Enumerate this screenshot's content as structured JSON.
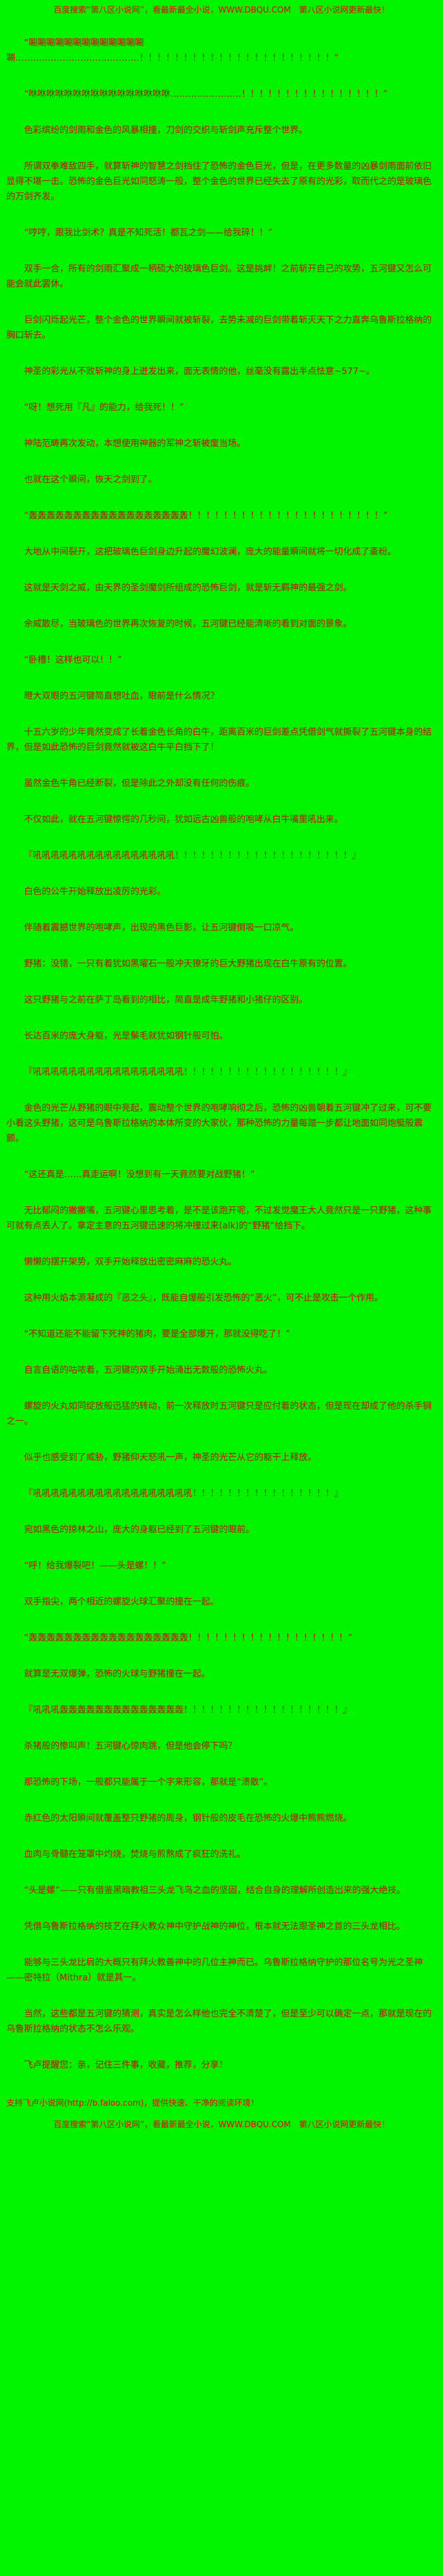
{
  "page": {
    "colors": {
      "background": "#00f400",
      "body_text": "#bb1100",
      "promo_text": "#ee0000"
    }
  },
  "header": {
    "promo": "百度搜索“第八区小说网”，看最新最全小说，WWW.DBQU.COM　第八区小说网更新最快！"
  },
  "novel": {
    "paragraphs": [
      "“唰唰唰唰唰唰唰唰唰唰唰唰唰唰……………………………………！！！！！！！！！！！！！！！！！！！！！！”",
      "“咻咻咻咻咻咻咻咻咻咻咻咻咻咻咻咻……………………！！！！！！！！！！！！！！！！”",
      "色彩缤纷的剑雨和金色的风暴相撞，刀剑的交织与斩剑声充斥整个世界。",
      "所谓双拳难敌四手，就算斩神的智慧之剑挡住了恐怖的金色巨光，但是，在更多数量的凶暴剑雨面前依旧显得不堪一击。恐怖的金色巨光如同怒涛一般，整个金色的世界已经失去了原有的光彩，取而代之的是玻璃色的万剑齐发。",
      "“哼哼，跟我比剑术？真是不知死活！都瓦之剑——给我碎！！”",
      "双手一合，所有的剑雨汇聚成一柄硕大的玻璃色巨剑。这是挑衅！之前斩开自己的攻势，五河键又怎么可能会就此罢休。",
      "巨剑闪烁起光芒，整个金色的世界瞬间就被斩裂，去势未减的巨剑带着斩灭天下之力直奔乌鲁斯拉格纳的胸口斩去。",
      "神圣的彩光从不败斩神的身上迸发出来，面无表情的他，丝毫没有露出半点怯意~577~。",
      "“呀！想死用『凡』的能力，给我死！！”",
      "神陆范畴再次发动，本想使用神器的军神之斩被废当场。",
      "也就在这个瞬间，恢天之剑到了。",
      "“轰轰轰轰轰轰轰轰轰轰轰轰轰轰轰轰轰轰！！！！！！！！！！！！！！！！！！！！！！”",
      "大地从中间裂开，这把玻璃色巨剑身边升起的魔幻波澜，庞大的能量瞬间就将一切化成了齑粉。",
      "这就是天剑之威，由天界的圣剑魔剑所组成的恐怖巨剑，就是斩无羁神的最强之剑。",
      "余威散尽，当玻璃色的世界再次恢复的时候，五河键已经能清晰的看到对面的景象。",
      "“卧槽！这样也可以！！”",
      "瞪大双眼的五河键简直想吐血，眼前是什么情况？",
      "十五六岁的少年竟然变成了长着金色长角的白牛，距离百米的巨剑差点凭借剑气就撕裂了五河键本身的结界，但是如此恐怖的巨剑竟然就被这白牛平白挡下了！",
      "虽然金色牛角已经断裂，但是除此之外却没有任何的伤痕。",
      "不仅如此，就在五河键惊愕的几秒间，犹如远古凶兽般的咆哮从白牛嘴里吼出来。",
      "『吼吼吼吼吼吼吼吼吼吼吼吼吼吼吼吼！！！！！！！！！！！！！！！！！！！！』",
      "白色的公牛开始释放出凌厉的光彩。",
      "伴随着震撼世界的咆哮声，出现的黑色巨影，让五河键倒吸一口凉气。",
      "野猪：没错，一只有着犹如黑曜石一般冲天獠牙的巨大野猪出现在白牛原有的位置。",
      "这只野猪与之前在萨丁岛看到的相比，简直是成年野猪和小猪仔的区别。",
      "长达百米的庞大身躯，光是鬃毛就犹如钢针般可怕。",
      "『吼吼吼吼吼吼吼吼吼吼吼吼吼吼吼吼吼！！！！！！！！！！！！！！！！！！』",
      "金色的光芒从野猪的眼中亮起，震动整个世界的咆哮响彻之后，恐怖的凶兽朝着五河键冲了过来，可不要小看这头野猪，这可是乌鲁斯拉格纳的本体所变的大家伙，那种恐怖的力量每踏一步都让地面如同炮艇般震颤。",
      "“这还真是……真走运啊！没想到有一天竟然要对战野猪！”",
      "无比郁闷的撇撇嘴，五河键心里思考着，是不是该跑开呢，不过发觉魔王大人竟然只是一只野猪，这种事可就有点丢人了。拿定主意的五河键迅速的将冲撞过来(alk)的“野猪”给挡下。",
      "懒懒的摆开架势，双手开始释放出密密麻麻的恐火丸。",
      "这种用火焰本源凝成的『恶之头』，既能自爆般引发恐怖的“恶火”，可不止是攻击一个作用。",
      "“不知道还能不能留下死神的猪肉，要是全部爆开，那就没得吃了！”",
      "自言自语的咕哝着，五河键的双手开始涌出无数般的恐怖火丸。",
      "螺旋的火丸如同绽放般迅猛的转动，前一次释放时五河键只是应付着的状态，但是现在却成了他的杀手锏之一。",
      "似乎也感受到了威胁，野猪仰天怒吼一声，神圣的光芒从它的躯干上释放。",
      "『吼吼吼吼吼吼吼吼吼吼吼吼吼吼吼吼吼吼！！！！！！！！！！！！！！！！』",
      "宛如黑色的掠林之山，庞大的身躯已经到了五河键的眼前。",
      "“呼！给我爆裂吧！——头是螺！！”",
      "双手指尖，两个相近的螺旋火球汇聚的撞在一起。",
      "“轰轰轰轰轰轰轰轰轰轰轰轰轰轰轰轰轰轰！！！！！！！！！！！！！！！！！！”",
      "就算是无双爆弹，恐怖的火球与野猪撞在一起。",
      "『吼吼吼轰轰轰轰轰轰轰轰轰轰轰轰轰轰！！！！！！！！！！！！！！！！！！』",
      "杀猪般的惨叫声！五河键心惊肉跳，但是他会停下吗？",
      "那恐怖的下场，一般都只能属于一个字来形容，那就是“溃散”。",
      "赤红色的太阳瞬间就覆盖整只野猪的周身，钢针般的皮毛在恐怖的火爆中熊熊燃烧。",
      "血肉与骨髓在笼罩中灼烧，焚烧与煎熬成了疯狂的洗礼。",
      "“头是螺”——只有借鉴黑暗教祖三头龙飞鸟之血的坚固，结合自身的理解所创造出来的强大绝技。",
      "凭借乌鲁斯拉格纳的技艺在拜火教众神中守护战神的神位，根本就无法跟圣神之首的三头龙相比。",
      "能够与三头龙比肩的大概只有拜火教善神中的几位主神而已。乌鲁斯拉格纳守护的那位名号为光之圣神——密特拉（Mithra）就是其一。",
      "当然，这些都是五河键的猜测，真实是怎么样他也完全不清楚了，但是至少可以确定一点，那就是现在的乌鲁斯拉格纳的状态不怎么乐观。",
      "飞卢提醒您：亲，记住三件事，收藏，推荐，分享！"
    ]
  },
  "footer": {
    "support": "支持飞卢小说网(http://b.faloo.com)，提供快速、干净的阅读环境！",
    "promo": "百度搜索“第八区小说网”，看最新最全小说，WWW.DBQU.COM　第八区小说网更新最快！"
  }
}
